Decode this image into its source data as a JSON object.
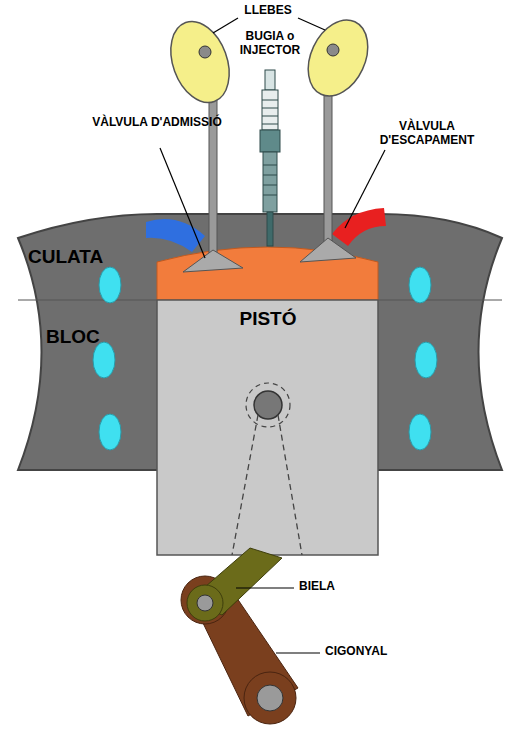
{
  "diagram": {
    "labels": [
      "LLEBES",
      "BUGIA o INJECTOR",
      "VÀLVULA D'ADMISSIÓ",
      "VÀLVULA D'ESCAPAMENT",
      "CULATA",
      "BLOC",
      "PISTÓ",
      "BIELA",
      "CIGONYAL"
    ]
  }
}
